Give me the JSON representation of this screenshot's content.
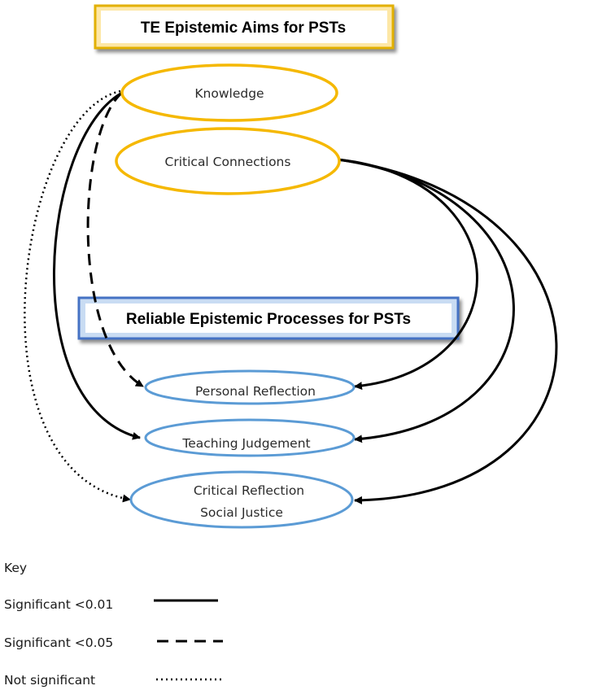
{
  "aims_box": {
    "title": "TE Epistemic Aims for PSTs"
  },
  "processes_box": {
    "title": "Reliable Epistemic Processes for PSTs"
  },
  "nodes": {
    "knowledge": "Knowledge",
    "critical_connections": "Critical Connections",
    "personal_reflection": "Personal Reflection",
    "teaching_judgement": "Teaching Judgement",
    "critical_reflection_line1": "Critical Reflection",
    "critical_reflection_line2": "Social Justice"
  },
  "key": {
    "heading": "Key",
    "significant_001": "Significant <0.01",
    "significant_005": "Significant <0.05",
    "not_significant": "Not significant"
  },
  "colors": {
    "aim_outline": "#f5b800",
    "process_outline": "#5b9bd5",
    "aims_box_border": "#e2b000",
    "processes_box_border": "#4472c4",
    "arrows": "#000000"
  }
}
